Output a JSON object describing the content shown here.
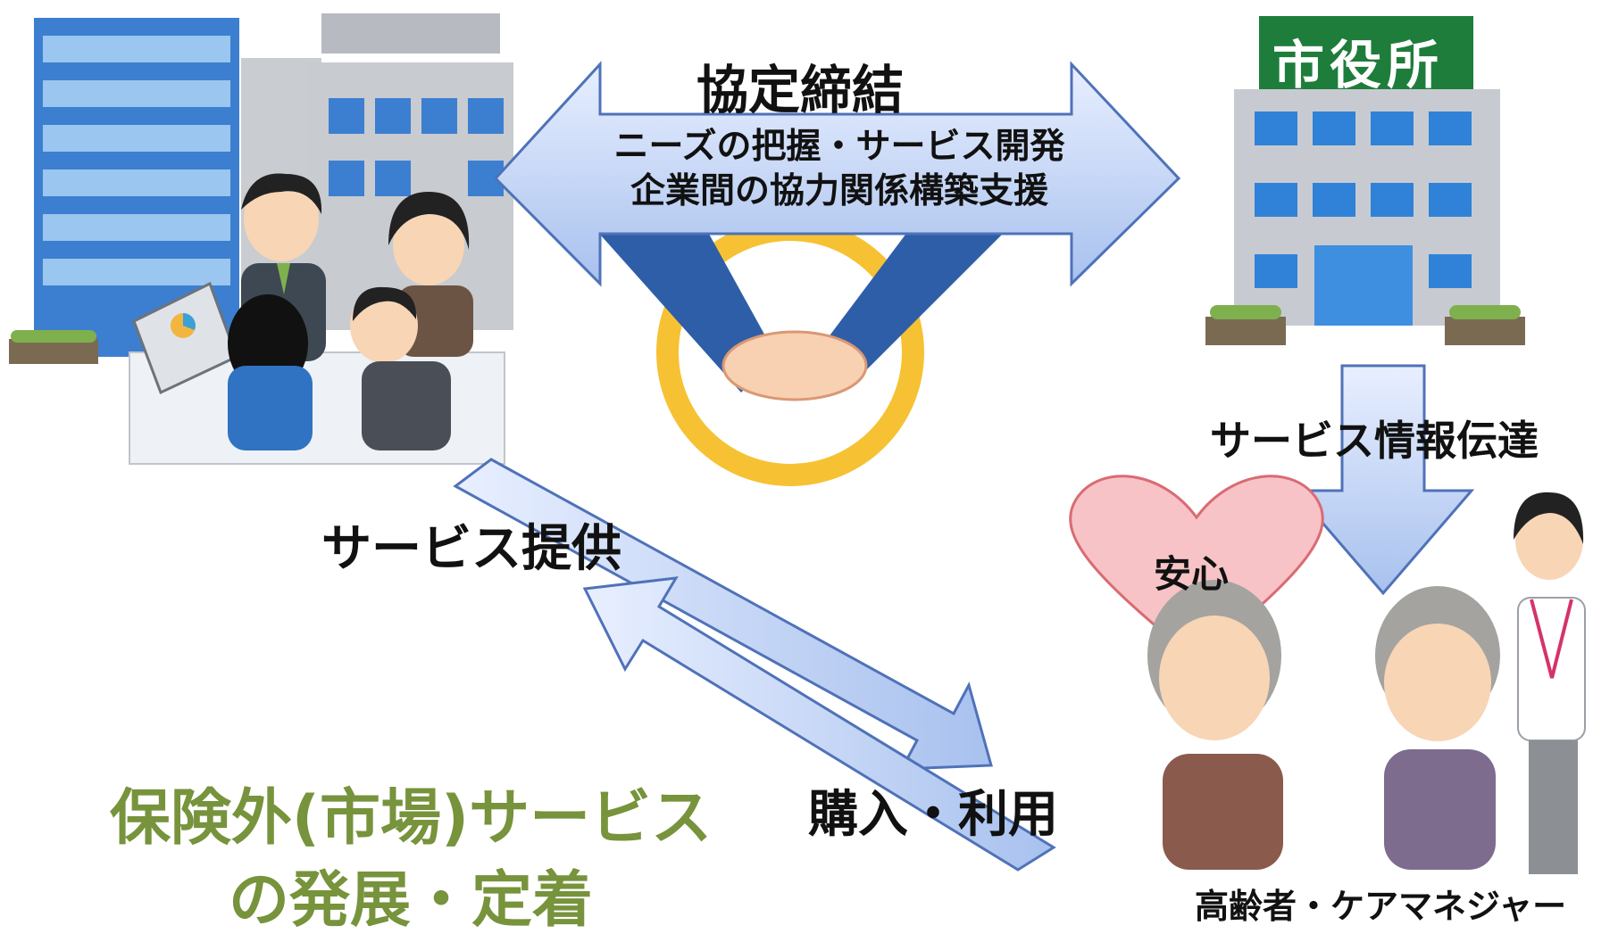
{
  "labels": {
    "agreement": "協定締結",
    "arrow_line1": "ニーズの把握・サービス開発",
    "arrow_line2": "企業間の協力関係構築支援",
    "info_transfer": "サービス情報伝達",
    "service_provision": "サービス提供",
    "purchase_use": "購入・利用",
    "anshin": "安心",
    "market_line1": "保険外(市場)サービス",
    "market_line2": "の発展・定着",
    "elderly": "高齢者・ケアマネジャー",
    "city_hall_sign": "市役所"
  },
  "colors": {
    "arrow_fill_top": "#e6eeff",
    "arrow_fill_bottom": "#a9c2ef",
    "arrow_stroke": "#4f72b8",
    "green_text": "#77933c",
    "heart_fill": "#f7c3c6",
    "heart_stroke": "#d96b73",
    "cityhall_sign": "#1e7d3b"
  }
}
